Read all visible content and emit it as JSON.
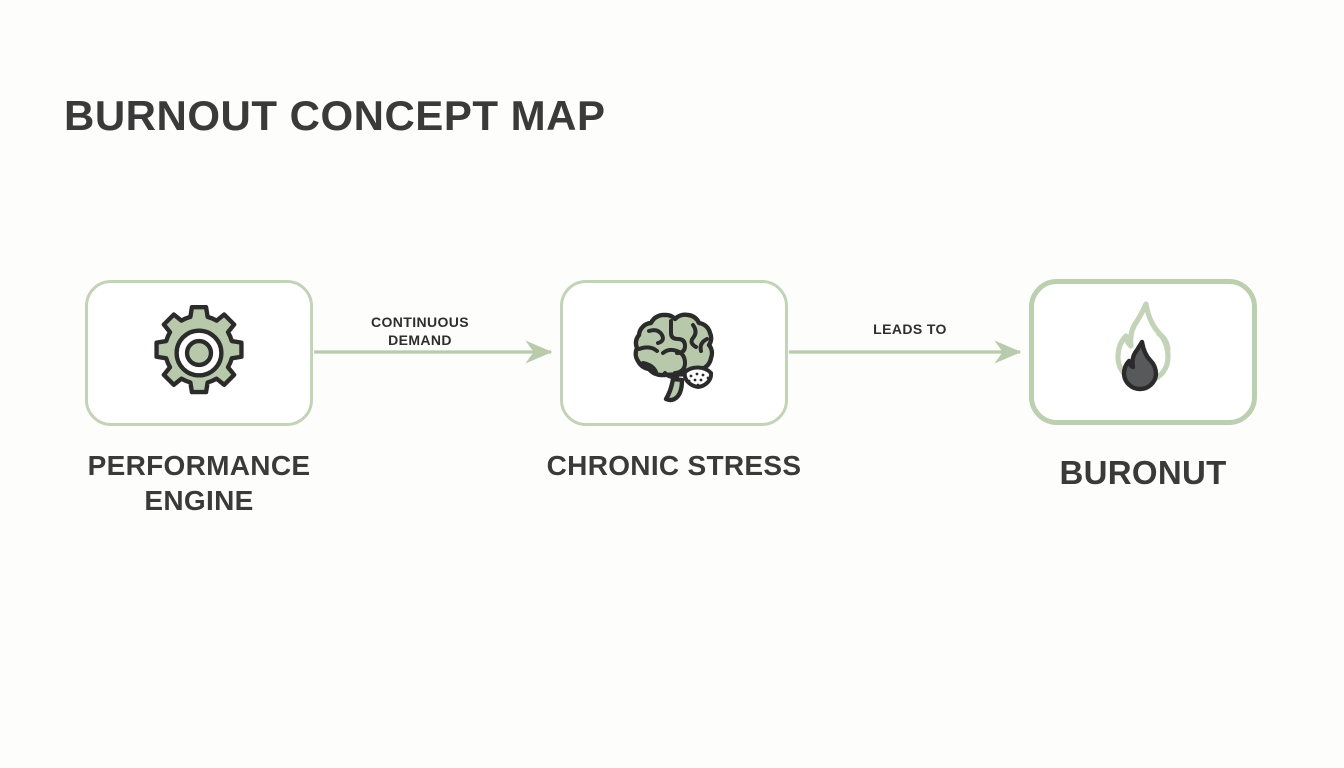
{
  "diagram": {
    "title": "BURNOUT CONCEPT MAP",
    "background_color": "#fdfdfc",
    "accent_color": "#c3d3b7",
    "icon_fill_color": "#b8c9ab",
    "ink_color": "#2b2b2b",
    "text_color": "#3a3a3a",
    "type": "linear-flow-concept-map",
    "nodes": [
      {
        "id": "performance-engine",
        "label": "PERFORMANCE\nENGINE",
        "icon": "gear-icon",
        "emphasis": false
      },
      {
        "id": "chronic-stress",
        "label": "CHRONIC STRESS",
        "icon": "brain-icon",
        "emphasis": false
      },
      {
        "id": "buronut",
        "label": "BURONUT",
        "icon": "flame-icon",
        "emphasis": true
      }
    ],
    "edges": [
      {
        "id": "edge-continuous-demand",
        "label": "CONTINUOUS\nDEMAND",
        "from": "performance-engine",
        "to": "chronic-stress",
        "arrowhead": "triangle"
      },
      {
        "id": "edge-leads-to",
        "label": "LEADS TO",
        "from": "chronic-stress",
        "to": "buronut",
        "arrowhead": "triangle"
      }
    ]
  }
}
